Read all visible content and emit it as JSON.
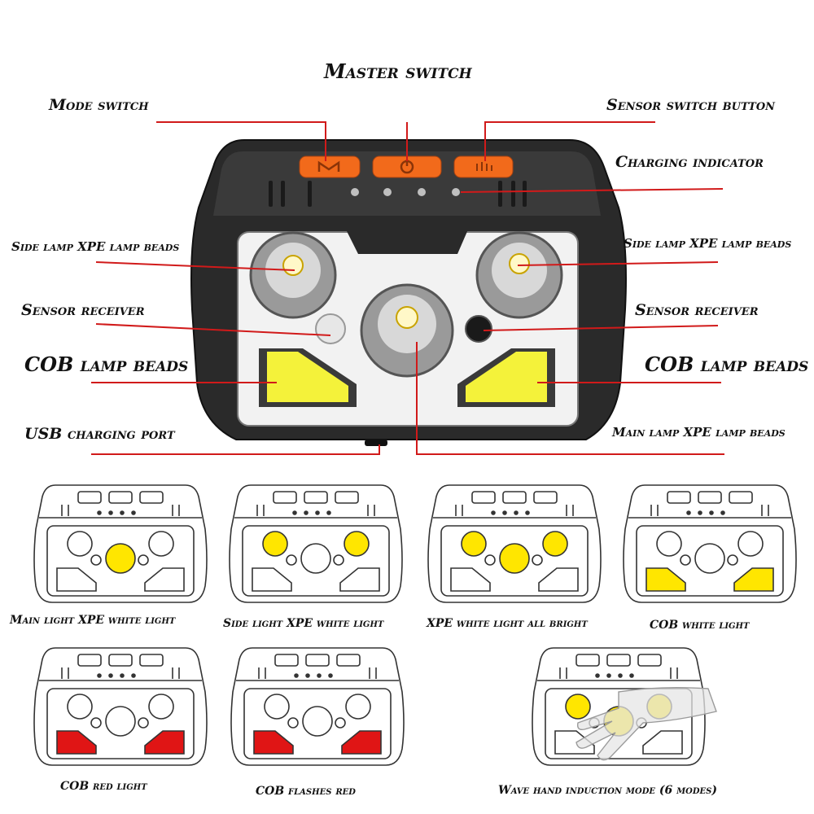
{
  "top_labels": {
    "master_switch": "Master switch",
    "mode_switch": "Mode switch",
    "sensor_switch_button": "Sensor switch button",
    "charging_indicator": "Charging indicator",
    "side_lamp_left": "Side lamp XPE lamp beads",
    "side_lamp_right": "Side lamp XPE lamp beads",
    "sensor_receiver_left": "Sensor receiver",
    "sensor_receiver_right": "Sensor receiver",
    "cob_left": "COB lamp beads",
    "cob_right": "COB lamp beads",
    "usb_port": "USB charging port",
    "main_lamp": "Main lamp XPE lamp beads"
  },
  "modes": [
    {
      "label": "Main light XPE white light",
      "lit": "main",
      "color": "#ffe600"
    },
    {
      "label": "Side light XPE white light",
      "lit": "side",
      "color": "#ffe600"
    },
    {
      "label": "XPE white light all bright",
      "lit": "all",
      "color": "#ffe600"
    },
    {
      "label": "COB white light",
      "lit": "cob",
      "color": "#ffe600"
    },
    {
      "label": "COB red light",
      "lit": "cob",
      "color": "#e01515"
    },
    {
      "label": "COB flashes red",
      "lit": "cob",
      "color": "#e01515"
    },
    {
      "label": "Wave hand induction mode (6 modes)",
      "lit": "wave",
      "color": "#ffe600"
    }
  ],
  "colors": {
    "leader_line": "#d11a1a",
    "button_orange": "#f26a1b",
    "body_dark": "#2a2a2a",
    "cob_yellow": "#f4f23a"
  },
  "icons": {
    "mode_button": "mode-m-icon",
    "power_button": "power-icon",
    "sensor_button": "wave-icon"
  }
}
